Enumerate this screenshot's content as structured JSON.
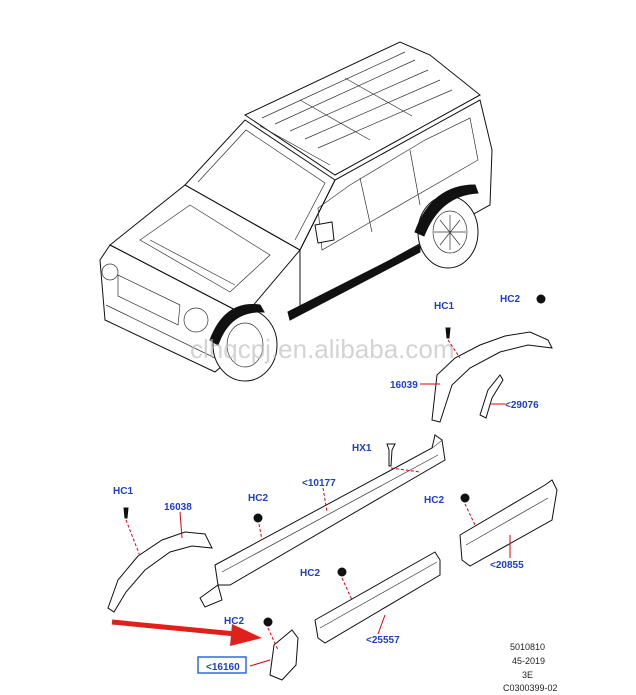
{
  "callouts": {
    "hc1_top": "HC1",
    "hc2_top": "HC2",
    "p16039": "16039",
    "p29076": "<29076",
    "hx1": "HX1",
    "p10177": "<10177",
    "hc1_left": "HC1",
    "p16038": "16038",
    "hc2_mid": "HC2",
    "hc2_right": "HC2",
    "p20855": "<20855",
    "hc2_lower": "HC2",
    "p25557": "<25557",
    "hc2_bottom": "HC2",
    "p16160": "<16160"
  },
  "drawing_meta": {
    "line1": "5010810",
    "line2": "45-2019",
    "line3": "3E",
    "line4": "C0300399-02"
  },
  "watermark": "clhqcpj.en.alibaba.com",
  "colors": {
    "callout": "#1f3fbf",
    "leader": "#d8000b",
    "arrow": "#e0201b",
    "highlight_box": "#2d6cdf"
  }
}
